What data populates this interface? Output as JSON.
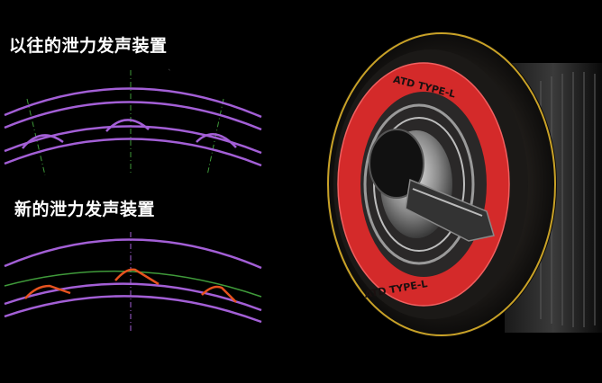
{
  "headings": {
    "old": "以往的泄力发声装置",
    "new": "新的泄力发声装置"
  },
  "reel_label": "ATD TYPE-L",
  "colors": {
    "background": "#000000",
    "heading": "#ffffff",
    "arc_purple": "#a35fd6",
    "guide_green": "#3f9a3a",
    "cam_orange": "#e6521e",
    "reel_red": "#d42a2a",
    "reel_gold": "#c9a227"
  }
}
